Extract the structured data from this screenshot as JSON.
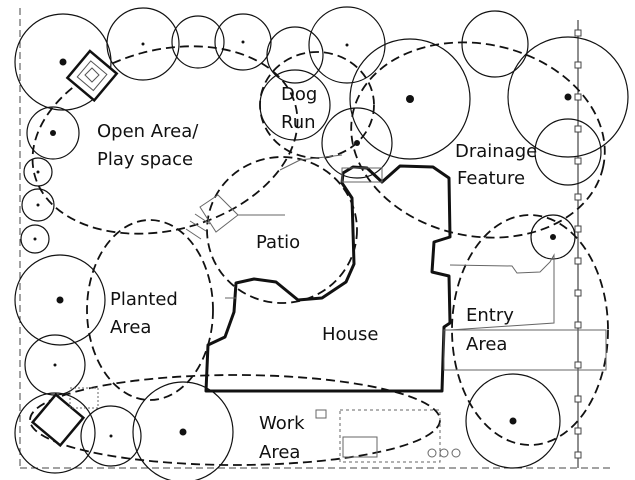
{
  "plan": {
    "labels": {
      "open_area_line1": "Open Area/",
      "open_area_line2": "Play space",
      "dog_run_line1": "Dog",
      "dog_run_line2": "Run",
      "drainage_line1": "Drainage",
      "drainage_line2": "Feature",
      "patio": "Patio",
      "planted_line1": "Planted",
      "planted_line2": "Area",
      "house": "House",
      "entry_line1": "Entry",
      "entry_line2": "Area",
      "work_line1": "Work",
      "work_line2": "Area"
    }
  }
}
